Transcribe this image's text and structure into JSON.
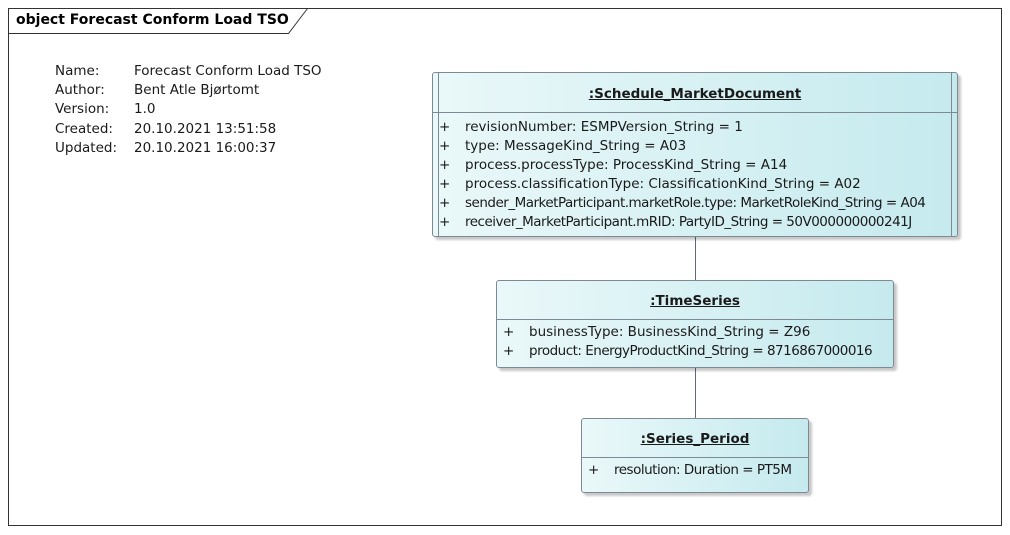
{
  "diagram": {
    "title": "object Forecast Conform Load TSO",
    "metadata": [
      {
        "key": "Name:",
        "value": "Forecast Conform Load TSO"
      },
      {
        "key": "Author:",
        "value": "Bent Atle Bjørtomt"
      },
      {
        "key": "Version:",
        "value": "1.0"
      },
      {
        "key": "Created:",
        "value": "20.10.2021 13:51:58"
      },
      {
        "key": "Updated:",
        "value": "20.10.2021 16:00:37"
      }
    ]
  },
  "objects": {
    "schedule": {
      "name": ":Schedule_MarketDocument",
      "attributes": [
        {
          "vis": "+",
          "text": "revisionNumber: ESMPVersion_String = 1"
        },
        {
          "vis": "+",
          "text": "type: MessageKind_String = A03"
        },
        {
          "vis": "+",
          "text": "process.processType: ProcessKind_String = A14"
        },
        {
          "vis": "+",
          "text": "process.classificationType: ClassificationKind_String = A02"
        },
        {
          "vis": "+",
          "text": "sender_MarketParticipant.marketRole.type: MarketRoleKind_String = A04"
        },
        {
          "vis": "+",
          "text": "receiver_MarketParticipant.mRID: PartyID_String = 50V000000000241J"
        }
      ]
    },
    "timeseries": {
      "name": ":TimeSeries",
      "attributes": [
        {
          "vis": "+",
          "text": "businessType: BusinessKind_String = Z96"
        },
        {
          "vis": "+",
          "text": "product: EnergyProductKind_String = 8716867000016"
        }
      ]
    },
    "period": {
      "name": ":Series_Period",
      "attributes": [
        {
          "vis": "+",
          "text": "resolution: Duration = PT5M"
        }
      ]
    }
  }
}
